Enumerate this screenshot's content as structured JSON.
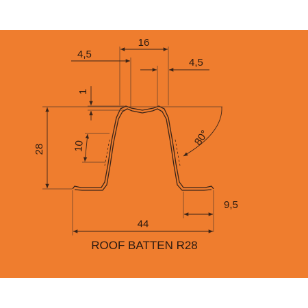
{
  "colors": {
    "background": "#ef7d2e",
    "line": "#3a2418"
  },
  "title": "ROOF BATTEN R28",
  "dimensions": {
    "top_width": "16",
    "left_flange_offset": "4,5",
    "right_flange_offset": "4,5",
    "thickness": "1",
    "height": "28",
    "web_rib": "10",
    "angle": "80°",
    "flange_width": "9,5",
    "base_width": "44"
  }
}
